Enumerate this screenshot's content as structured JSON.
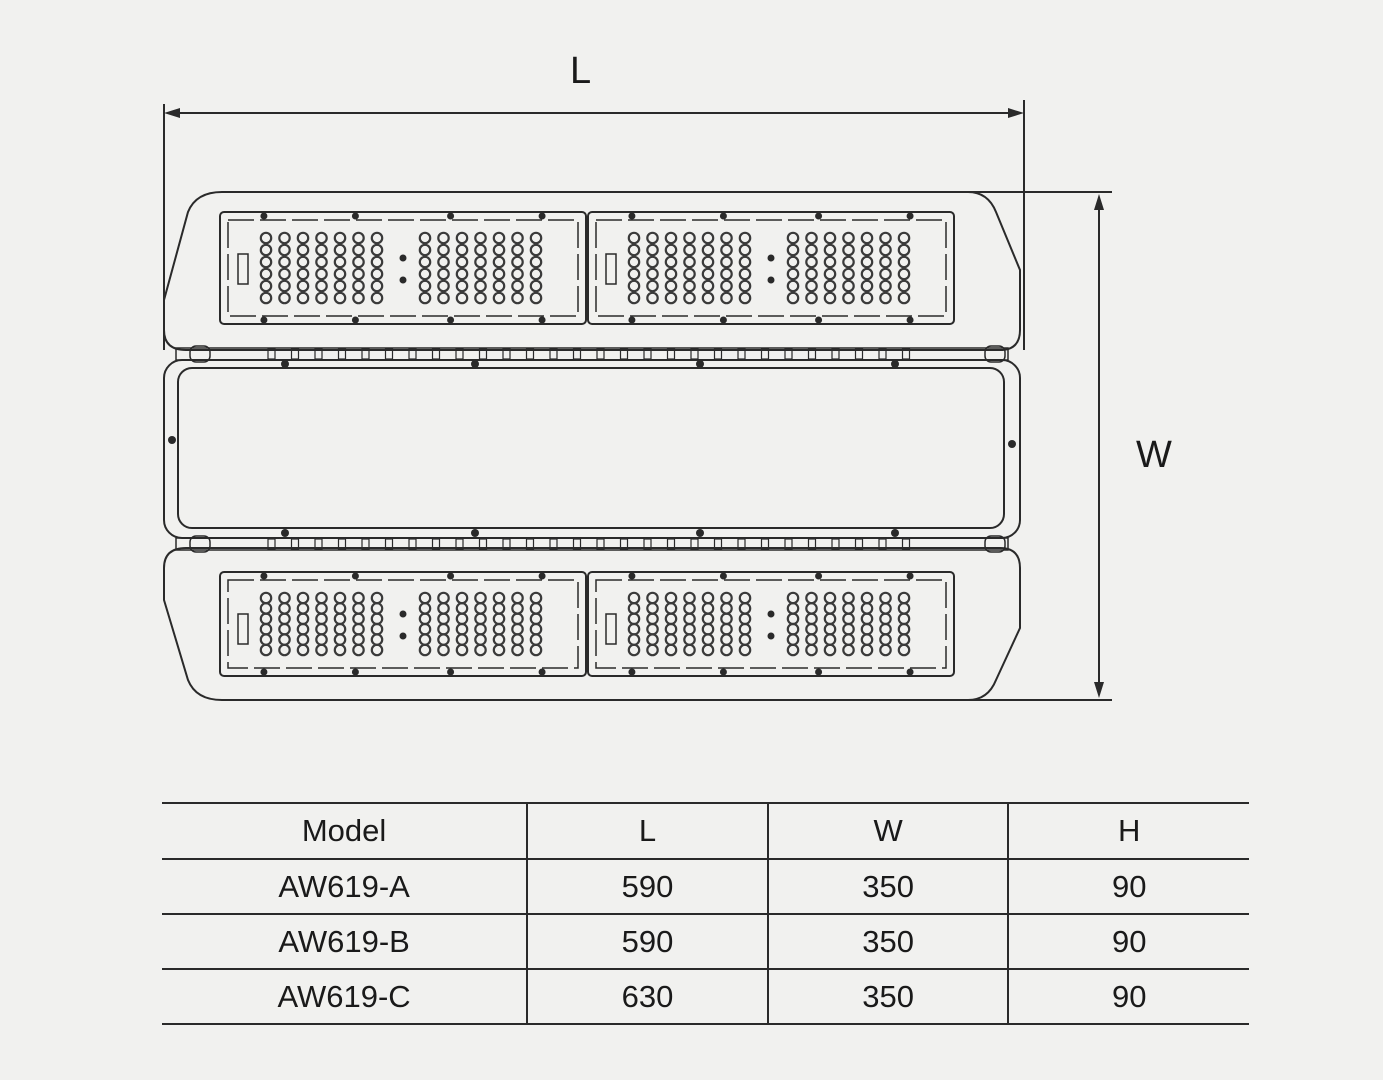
{
  "diagram": {
    "dimension_labels": {
      "length": "L",
      "width": "W"
    },
    "led_module": {
      "rows": 6,
      "columns_per_half": 7
    }
  },
  "table": {
    "headers": [
      "Model",
      "L",
      "W",
      "H"
    ],
    "rows": [
      [
        "AW619-A",
        "590",
        "350",
        "90"
      ],
      [
        "AW619-B",
        "590",
        "350",
        "90"
      ],
      [
        "AW619-C",
        "630",
        "350",
        "90"
      ]
    ]
  },
  "colors": {
    "line": "#2a2a2a",
    "paper": "#f1f1ef",
    "led": "#3a3a3a"
  }
}
